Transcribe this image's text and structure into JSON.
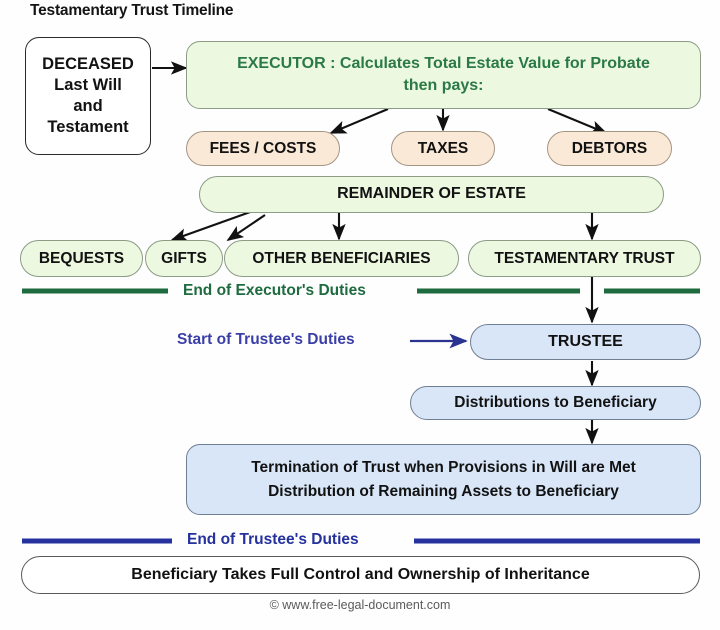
{
  "title": "Testamentary Trust Timeline",
  "footer": "© www.free-legal-document.com",
  "colors": {
    "green_fill": "#edf8e1",
    "peach_fill": "#f9e9d6",
    "blue_fill": "#d8e6f8",
    "white_fill": "#ffffff",
    "green_line": "#1d6b3f",
    "blue_line": "#25319c",
    "executor_text": "#2b7a46",
    "trustee_note_text": "#3a3fa8"
  },
  "nodes": {
    "deceased": {
      "line1": "DECEASED",
      "line2": "Last Will",
      "line3": "and",
      "line4": "Testament"
    },
    "executor": {
      "line1": "EXECUTOR : Calculates Total Estate Value for Probate",
      "line2": "then pays:"
    },
    "fees_costs": "FEES / COSTS",
    "taxes": "TAXES",
    "debtors": "DEBTORS",
    "remainder": "REMAINDER OF ESTATE",
    "bequests": "BEQUESTS",
    "gifts": "GIFTS",
    "other_beneficiaries": "OTHER BENEFICIARIES",
    "testamentary_trust": "TESTAMENTARY TRUST",
    "trustee": "TRUSTEE",
    "distributions": "Distributions to Beneficiary",
    "termination": {
      "line1": "Termination of Trust when Provisions in Will are Met",
      "line2": "Distribution of Remaining Assets to Beneficiary"
    },
    "beneficiary_control": "Beneficiary Takes Full Control and Ownership of Inheritance"
  },
  "dividers": {
    "end_executor": "End of Executor's Duties",
    "end_trustee": "End of Trustee's Duties"
  },
  "notes": {
    "start_trustee": "Start of Trustee's Duties"
  }
}
